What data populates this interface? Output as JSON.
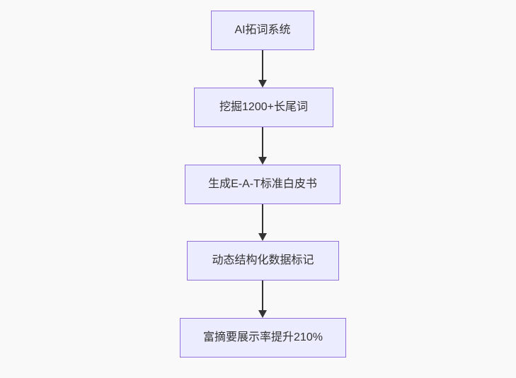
{
  "diagram": {
    "type": "flowchart",
    "direction": "top-down",
    "nodes": [
      {
        "id": "step-1",
        "label": "AI拓词系统"
      },
      {
        "id": "step-2",
        "label": "挖掘1200+长尾词"
      },
      {
        "id": "step-3",
        "label": "生成E-A-T标准白皮书"
      },
      {
        "id": "step-4",
        "label": "动态结构化数据标记"
      },
      {
        "id": "step-5",
        "label": "富摘要展示率提升210%"
      }
    ],
    "edges": [
      {
        "from": "step-1",
        "to": "step-2",
        "style": "arrow"
      },
      {
        "from": "step-2",
        "to": "step-3",
        "style": "arrow"
      },
      {
        "from": "step-3",
        "to": "step-4",
        "style": "arrow"
      },
      {
        "from": "step-4",
        "to": "step-5",
        "style": "arrow"
      }
    ],
    "colors": {
      "background": "#f9f9f9",
      "node_fill": "#ECECFF",
      "node_border": "#9370DB",
      "text": "#333333",
      "arrow": "#333333"
    }
  }
}
